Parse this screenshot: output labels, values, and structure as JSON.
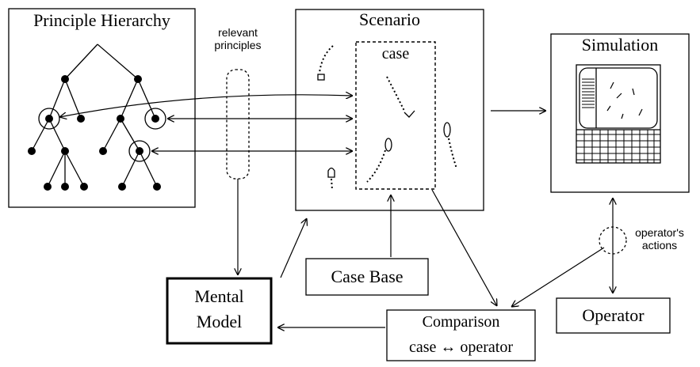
{
  "boxes": {
    "principle_hierarchy": "Principle Hierarchy",
    "scenario": "Scenario",
    "case": "case",
    "simulation": "Simulation",
    "case_base": "Case Base",
    "mental_model": [
      "Mental",
      "Model"
    ],
    "comparison": [
      "Comparison",
      "case ↔ operator"
    ],
    "operator": "Operator"
  },
  "annotations": {
    "relevant_principles": [
      "relevant",
      "principles"
    ],
    "operators_actions": [
      "operator's",
      "actions"
    ]
  }
}
